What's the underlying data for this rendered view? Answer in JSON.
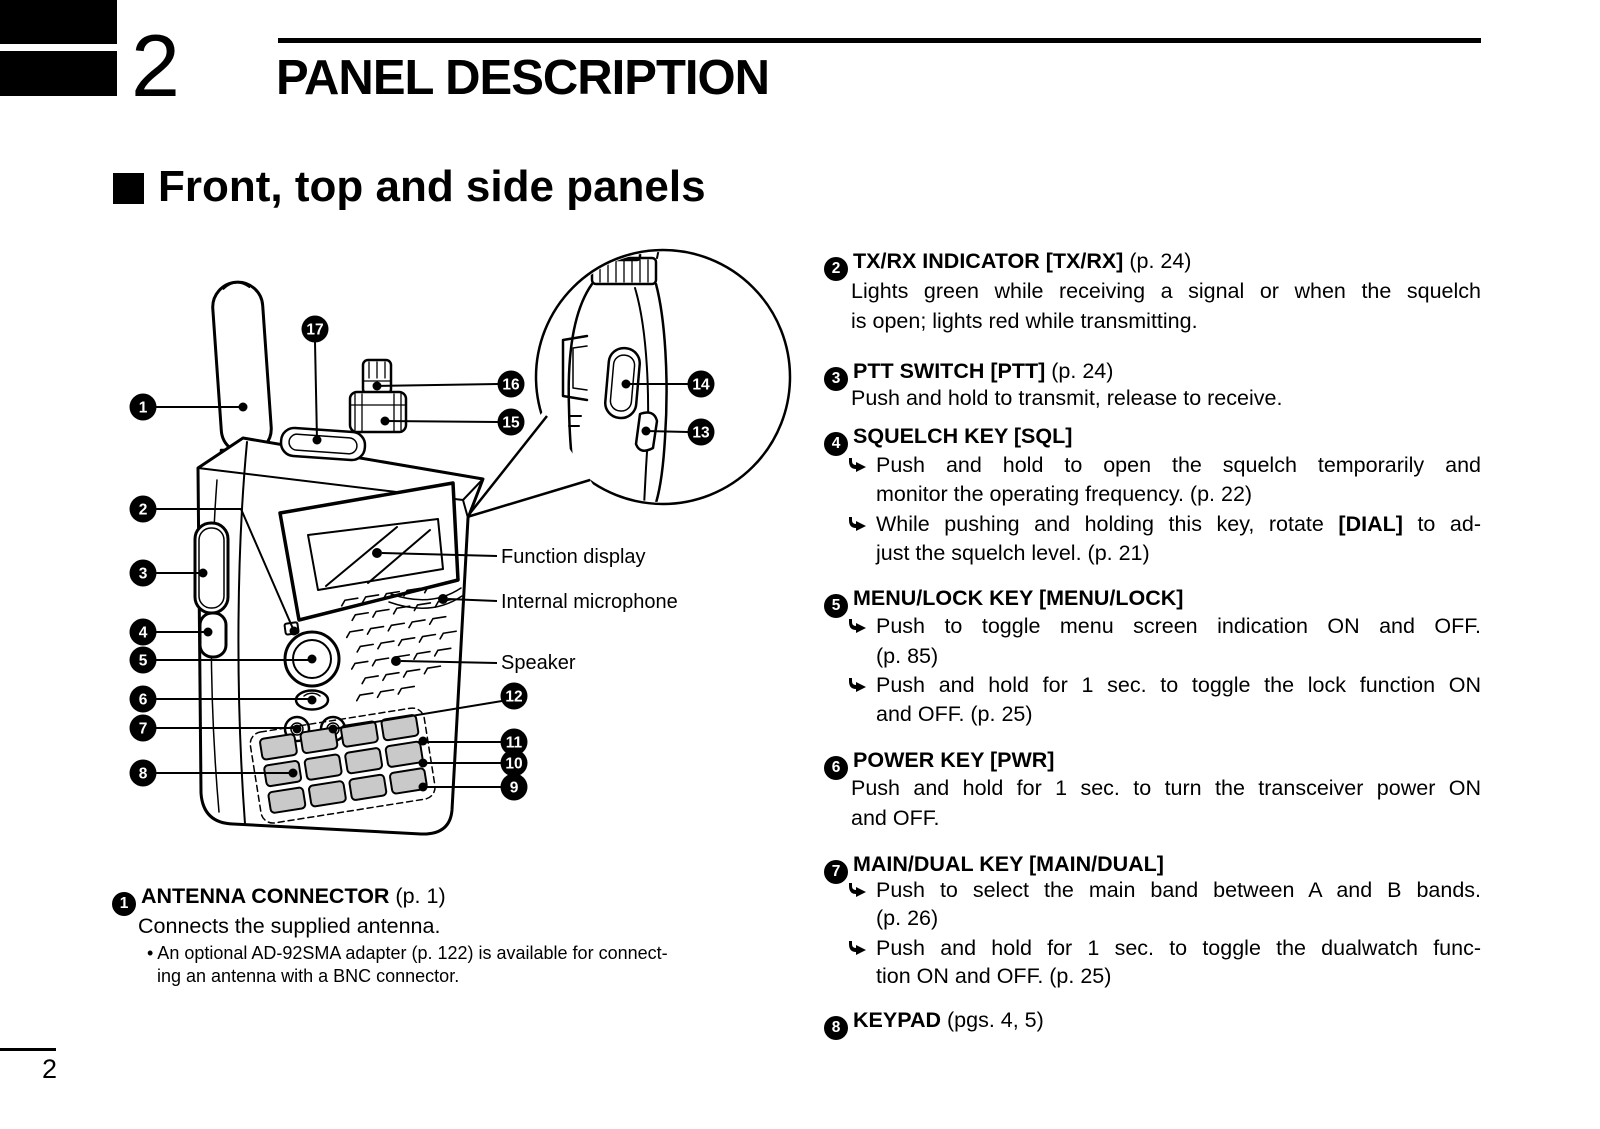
{
  "colors": {
    "ink": "#000000",
    "paper": "#ffffff",
    "key_gray": "#c9c9c9"
  },
  "header": {
    "chapter_number": "2",
    "title": "PANEL DESCRIPTION",
    "section_title": "Front, top and side panels"
  },
  "footer": {
    "page_number": "2"
  },
  "diagram": {
    "labels": {
      "function_display": "Function display",
      "internal_microphone": "Internal microphone",
      "speaker": "Speaker"
    },
    "callouts": {
      "c1": "1",
      "c2": "2",
      "c3": "3",
      "c4": "4",
      "c5": "5",
      "c6": "6",
      "c7": "7",
      "c8": "8",
      "c9": "9",
      "c10": "10",
      "c11": "11",
      "c12": "12",
      "c13": "13",
      "c14": "14",
      "c15": "15",
      "c16": "16",
      "c17": "17"
    }
  },
  "items": {
    "i1": {
      "num": "1",
      "name": "ANTENNA CONNECTOR",
      "page_ref": " (p. 1)",
      "body": "Connects the supplied antenna.",
      "note1": "• An optional AD-92SMA adapter (p. 122) is available for connect-",
      "note2": "ing an antenna with a BNC connector."
    },
    "i2": {
      "num": "2",
      "name": "TX/RX INDICATOR [TX/RX]",
      "page_ref": " (p. 24)",
      "line1": "Lights green while receiving a signal or when the squelch",
      "line2": "is open; lights red while transmitting."
    },
    "i3": {
      "num": "3",
      "name": "PTT SWITCH [PTT]",
      "page_ref": " (p. 24)",
      "line1": "Push and hold to transmit, release to receive."
    },
    "i4": {
      "num": "4",
      "name": "SQUELCH KEY [SQL]",
      "page_ref": "",
      "b1l1": "Push and hold to open the squelch temporarily and",
      "b1l2": "monitor the operating frequency. (p. 22)",
      "b2l1pre": "While pushing and holding this key, rotate ",
      "b2l1bold": "[DIAL]",
      "b2l1post": " to ad-",
      "b2l2": "just the squelch level. (p. 21)"
    },
    "i5": {
      "num": "5",
      "name": "MENU/LOCK KEY [MENU/LOCK]",
      "page_ref": "",
      "b1l1": "Push to toggle menu screen indication ON and OFF.",
      "b1l2": "(p. 85)",
      "b2l1": "Push and hold for 1 sec. to toggle the lock function ON",
      "b2l2": "and OFF. (p. 25)"
    },
    "i6": {
      "num": "6",
      "name": "POWER KEY [PWR]",
      "page_ref": "",
      "line1": "Push and hold for 1 sec. to turn the transceiver power ON",
      "line2": "and OFF."
    },
    "i7": {
      "num": "7",
      "name": "MAIN/DUAL KEY [MAIN/DUAL]",
      "page_ref": "",
      "b1l1": "Push to select the main band between A and B bands.",
      "b1l2": "(p. 26)",
      "b2l1": "Push and hold for 1 sec. to toggle the dualwatch func-",
      "b2l2": "tion ON and OFF. (p. 25)"
    },
    "i8": {
      "num": "8",
      "name": "KEYPAD",
      "page_ref": " (pgs. 4, 5)"
    }
  }
}
